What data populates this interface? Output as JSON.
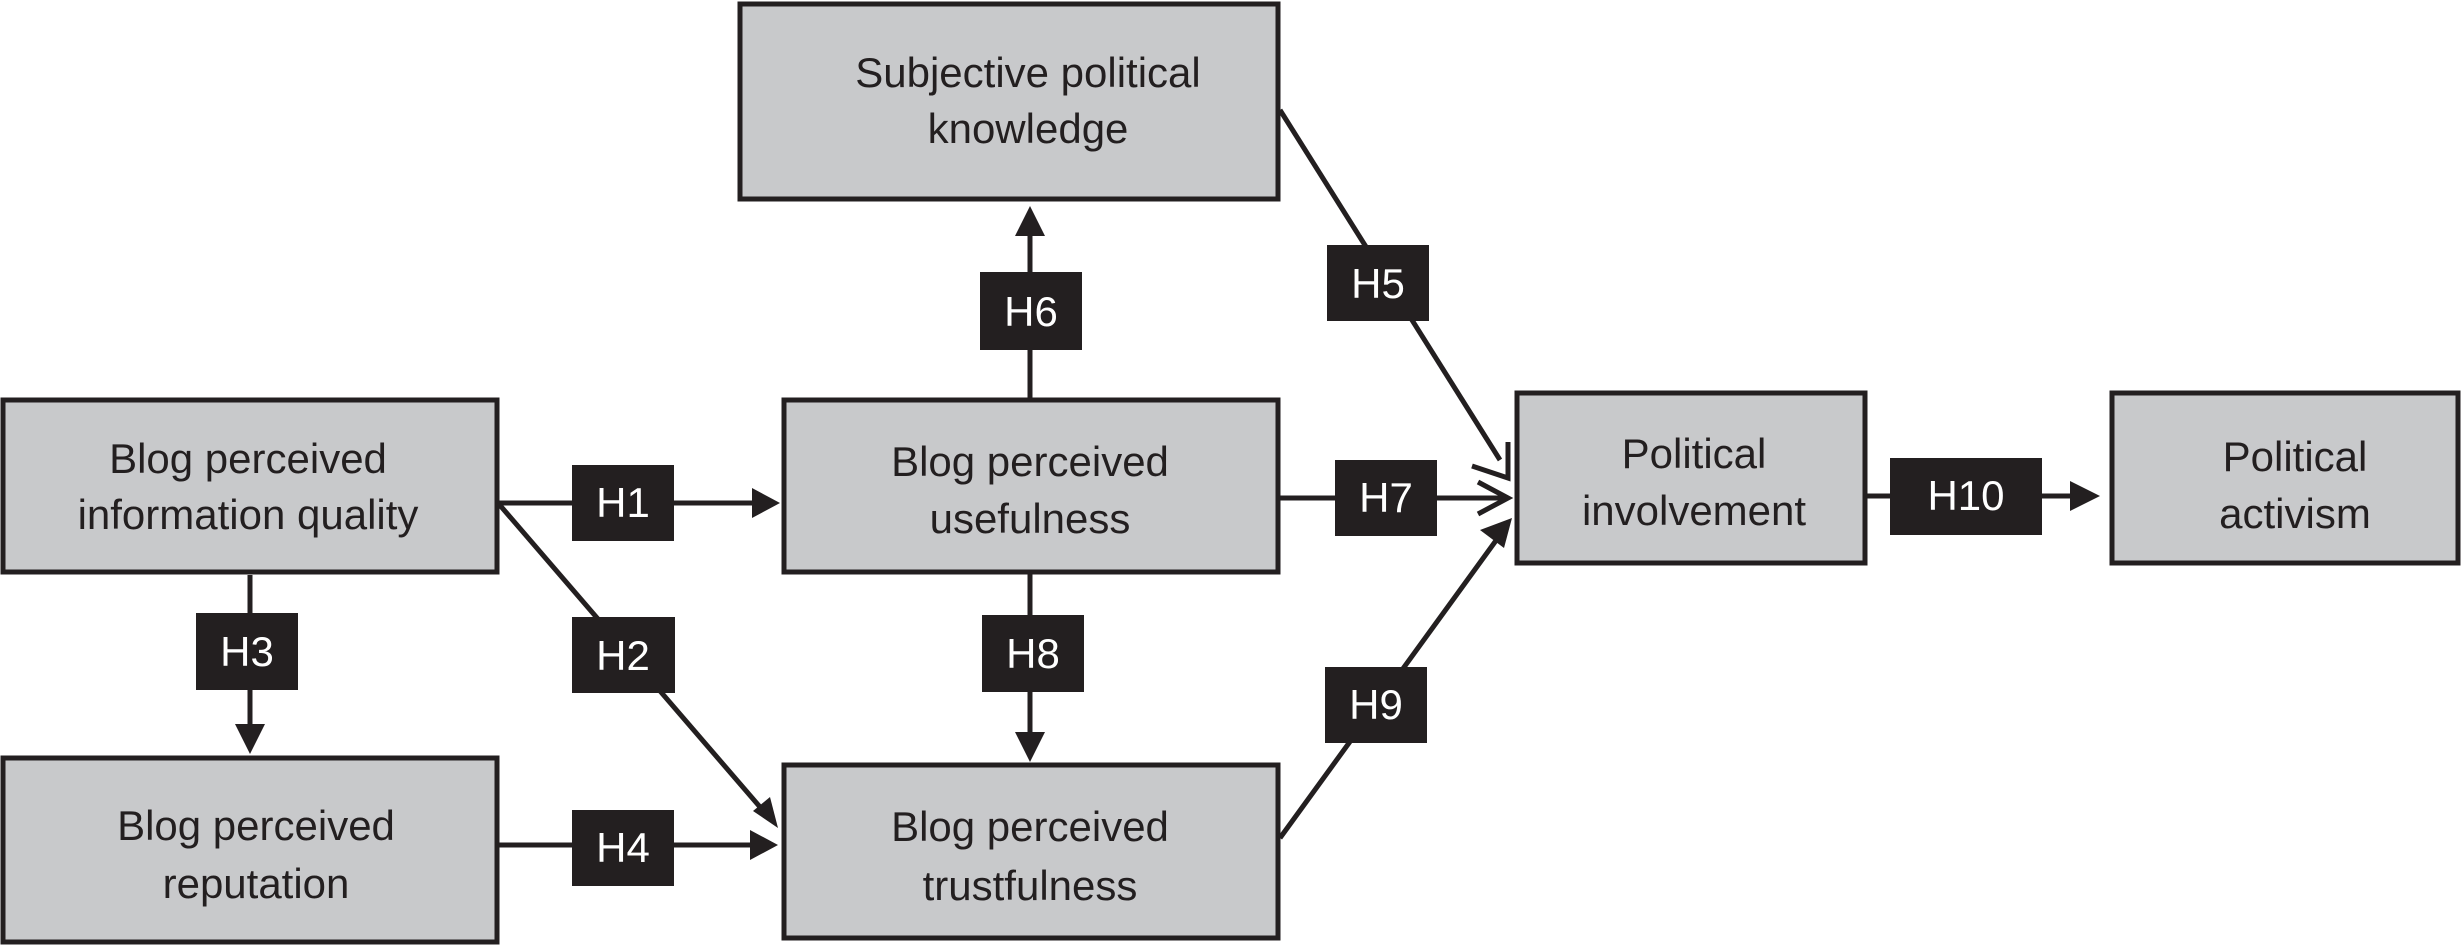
{
  "diagram": {
    "nodes": {
      "subjective_knowledge": [
        "Subjective political",
        "knowledge"
      ],
      "information_quality": [
        "Blog perceived",
        "information quality"
      ],
      "usefulness": [
        "Blog perceived",
        "usefulness"
      ],
      "reputation": [
        "Blog perceived",
        "reputation"
      ],
      "trustfulness": [
        "Blog perceived",
        "trustfulness"
      ],
      "involvement": [
        "Political",
        "involvement"
      ],
      "activism": [
        "Political",
        "activism"
      ]
    },
    "hypotheses": {
      "h1": "H1",
      "h2": "H2",
      "h3": "H3",
      "h4": "H4",
      "h5": "H5",
      "h6": "H6",
      "h7": "H7",
      "h8": "H8",
      "h9": "H9",
      "h10": "H10"
    }
  }
}
